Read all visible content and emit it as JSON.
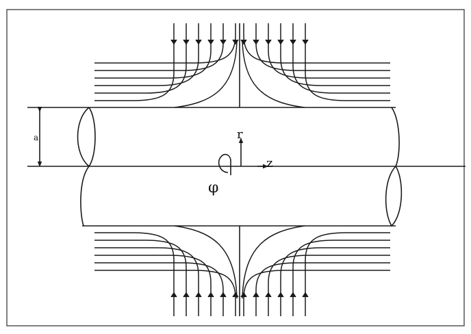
{
  "labels": {
    "radius": "a",
    "r_axis": "r",
    "z_axis": "z",
    "phi": "φ"
  },
  "colors": {
    "ink": "#1a1a1a",
    "frame": "#555555",
    "background": "#ffffff"
  }
}
